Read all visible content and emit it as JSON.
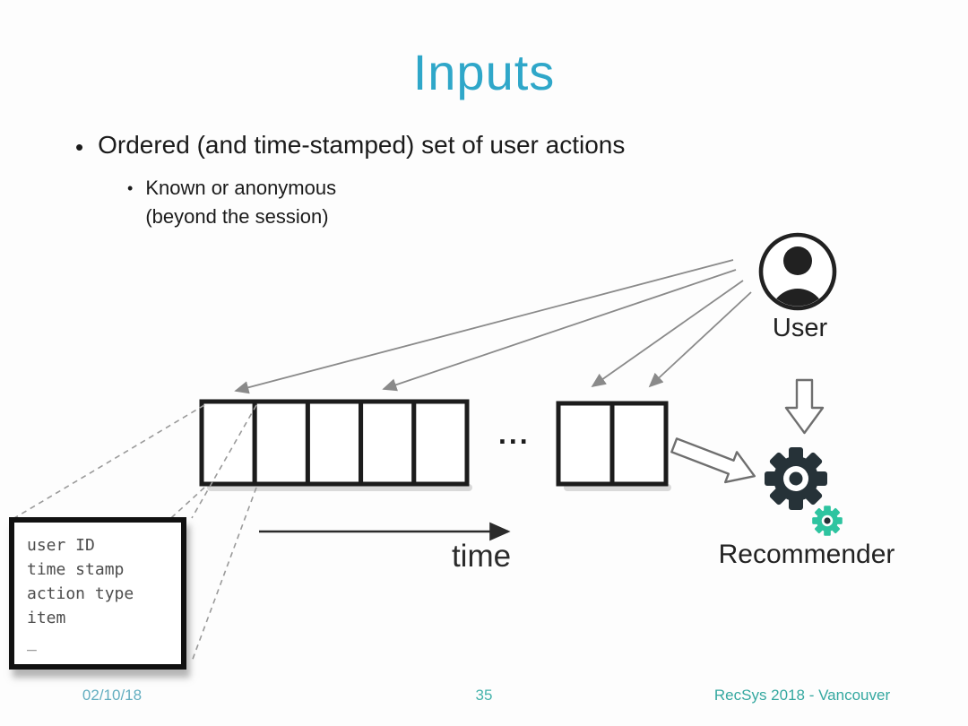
{
  "title": "Inputs",
  "bullets": {
    "glyph": "•",
    "main": "Ordered (and time-stamped) set of user actions",
    "sub_line1": "Known or anonymous",
    "sub_line2": "(beyond the session)"
  },
  "diagram": {
    "user_label": "User",
    "recommender_label": "Recommender",
    "time_label": "time",
    "ellipsis": "...",
    "record_box": {
      "lines": [
        "user ID",
        "time stamp",
        "action type",
        "item",
        "_"
      ]
    }
  },
  "colors": {
    "title_teal": "#2fa7c9",
    "gear_dark": "#263238",
    "gear_teal": "#2ec4a0",
    "arrow_gray": "#8a8a8a",
    "box_border_dark": "#1c1c1c",
    "footer_teal": "#3aa8a4"
  },
  "footer": {
    "date": "02/10/18",
    "page_number": "35",
    "conference": "RecSys 2018 - Vancouver"
  }
}
